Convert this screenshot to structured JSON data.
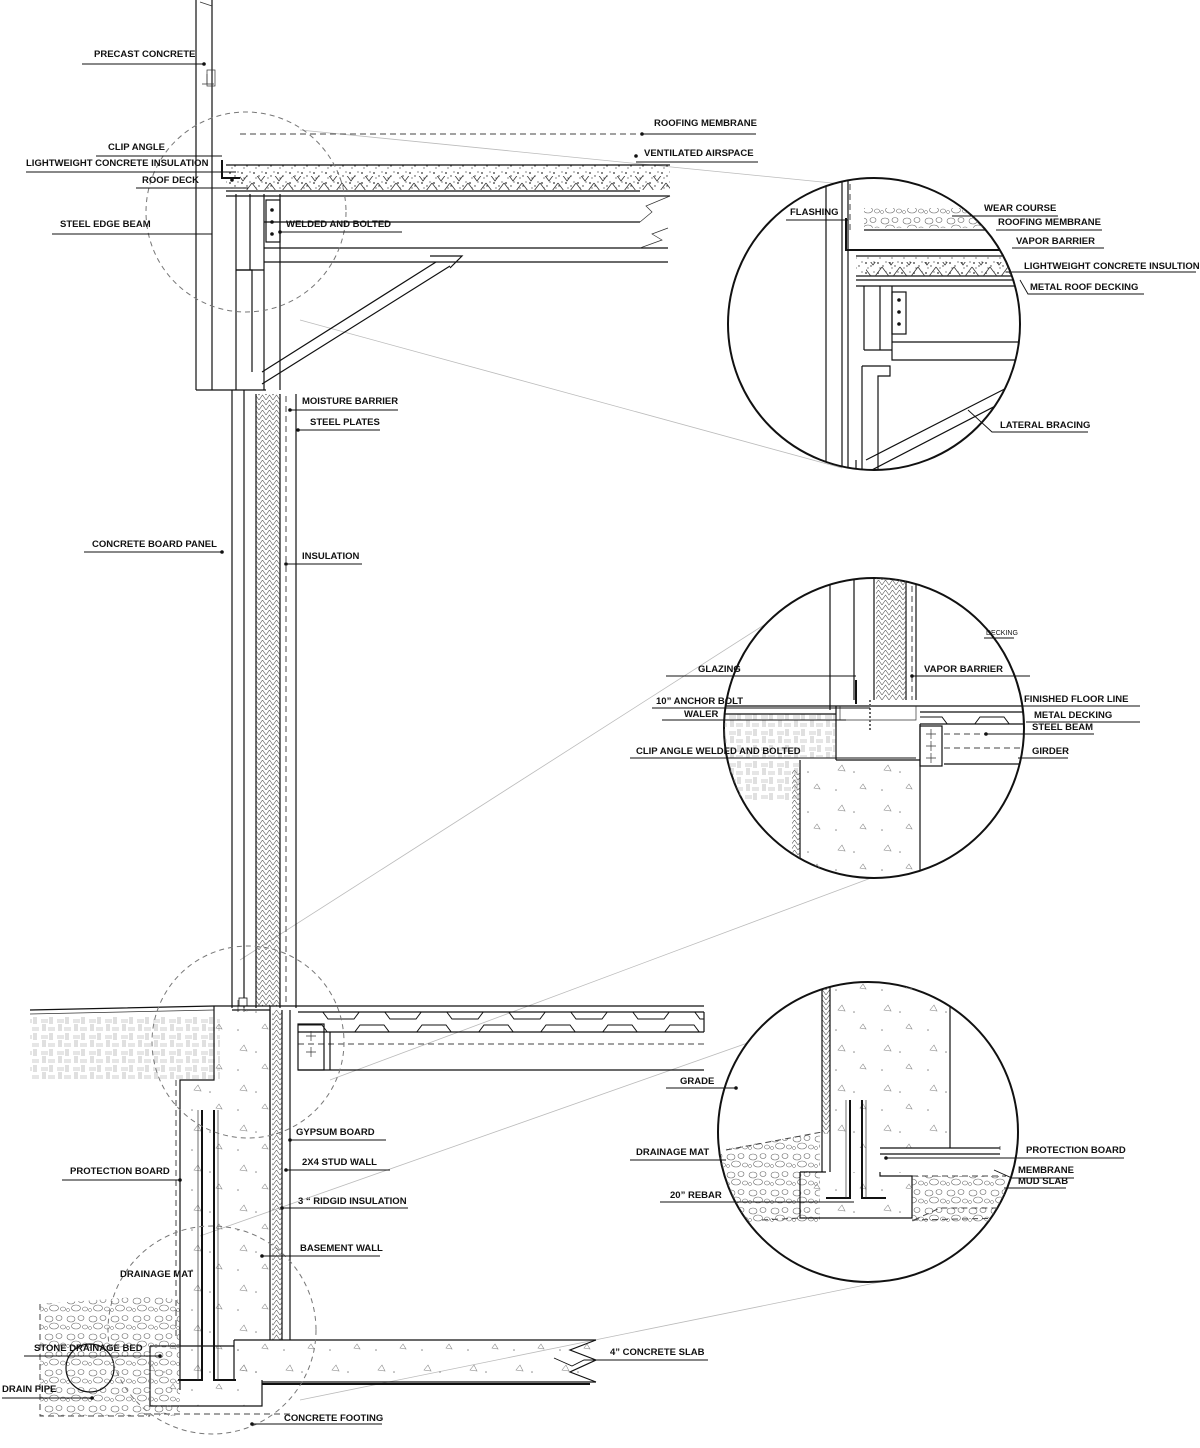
{
  "labels": {
    "precast_concrete": "PRECAST CONCRETE",
    "roofing_membrane": "ROOFING MEMBRANE",
    "ventilated_airspace": "VENTILATED AIRSPACE",
    "clip_angle": "CLIP ANGLE",
    "lightweight_concrete_insulation": "LIGHTWEIGHT CONCRETE INSULATION",
    "roof_deck": "ROOF DECK",
    "steel_edge_beam": "STEEL EDGE BEAM",
    "welded_and_bolted": "WELDED AND BOLTED",
    "moisture_barrier": "MOISTURE BARRIER",
    "steel_plates": "STEEL PLATES",
    "concrete_board_panel": "CONCRETE BOARD PANEL",
    "insulation": "INSULATION",
    "gypsum_board": "GYPSUM BOARD",
    "stud_wall": "2X4 STUD WALL",
    "protection_board": "PROTECTION BOARD",
    "ridgid_insulation": "3 “ RIDGID INSULATION",
    "basement_wall": "BASEMENT WALL",
    "drainage_mat": "DRAINAGE MAT",
    "stone_drainage_bed": "STONE DRAINAGE BED",
    "drain_pipe": "DRAIN PIPE",
    "concrete_slab": "4” CONCRETE SLAB",
    "concrete_footing": "CONCRETE FOOTING"
  },
  "detail_roof": {
    "flashing": "FLASHING",
    "wear_course": "WEAR COURSE",
    "roofing_membrane": "ROOFING MEMBRANE",
    "vapor_barrier": "VAPOR BARRIER",
    "lightweight_concrete_insulation": "LIGHTWEIGHT CONCRETE INSULTION",
    "metal_roof_decking": "METAL ROOF DECKING",
    "lateral_bracing": "LATERAL BRACING"
  },
  "detail_floor": {
    "decking": "DECKING",
    "glazing": "GLAZING",
    "vapor_barrier": "VAPOR BARRIER",
    "finished_floor_line": "FINISHED FLOOR LINE",
    "anchor_bolt": "10” ANCHOR BOLT",
    "waler": "WALER",
    "metal_decking": "METAL DECKING",
    "steel_beam": "STEEL BEAM",
    "clip_angle_welded_bolted": "CLIP ANGLE WELDED AND BOLTED",
    "girder": "GIRDER"
  },
  "detail_footing": {
    "grade": "GRADE",
    "drainage_mat": "DRAINAGE MAT",
    "protection_board": "PROTECTION BOARD",
    "membrane": "MEMBRANE",
    "mud_slab": "MUD SLAB",
    "rebar": "20” REBAR"
  }
}
